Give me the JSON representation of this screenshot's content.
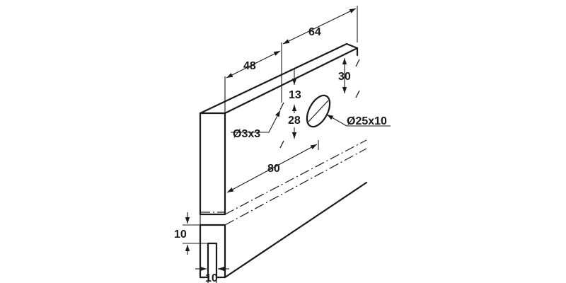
{
  "dimensions": {
    "d64": "64",
    "d48": "48",
    "d30": "30",
    "d13": "13",
    "d28": "28",
    "dia3x3": "Ø3x3",
    "dia25x10": "Ø25x10",
    "d80": "80",
    "d10_height": "10",
    "d10_width": "10"
  }
}
